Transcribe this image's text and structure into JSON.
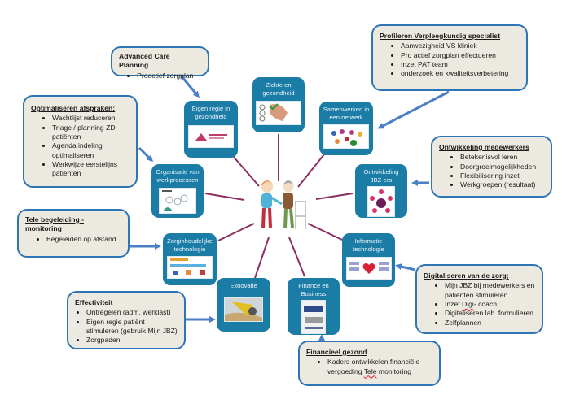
{
  "hub": {
    "center_icon": "elderly-person-with-walker-and-caregiver-illustration",
    "tiles": [
      {
        "id": "eigen-regie",
        "label": "Eigen regie in\ngezondheid",
        "image": "eigen-regie-logo"
      },
      {
        "id": "ziekte",
        "label": "Ziekte en\ngezondheid",
        "image": "checklist-hand"
      },
      {
        "id": "samenwerken",
        "label": "Samenwerken in\neen netwerk",
        "image": "network-people"
      },
      {
        "id": "ontwikkeling-jbz",
        "label": "Ontwikkeling\nJBZ-ers",
        "image": "development-wheel"
      },
      {
        "id": "informatie",
        "label": "Informatie\ntechnologie",
        "image": "it-heart-diagram"
      },
      {
        "id": "finance",
        "label": "Finance en\nBusiness",
        "image": "innovators-prescription-book"
      },
      {
        "id": "exnovatie",
        "label": "Exnovatie",
        "image": "yellow-machine-photo"
      },
      {
        "id": "zorginhoudelijke",
        "label": "Zorginhoudelijke\ntechnologie",
        "image": "care-tech-infographic"
      },
      {
        "id": "organisatie",
        "label": "Organisatie van\nwerkprocessen",
        "image": "process-sketch"
      }
    ]
  },
  "notes": {
    "acp": {
      "title": "Advanced Care Planning",
      "items": [
        "Proactief zorgplan"
      ]
    },
    "optimaliseren": {
      "title": "Optimaliseren afspraken;",
      "items": [
        "Wachtlijst reduceren",
        "Triage / planning ZD patiënten",
        "Agenda indeling optimaliseren",
        "Werkwijze eerstelijns patiënten"
      ]
    },
    "profileren": {
      "title": "Profileren Verpleegkundig specialist",
      "items": [
        "Aanwezigheid VS kliniek",
        "Pro actief zorgplan effectueren",
        "Inzet PAT team",
        "onderzoek en kwaliteitsverbetering"
      ]
    },
    "ontwikkeling": {
      "title": "Ontwikkeling medewerkers",
      "items": [
        "Betekenisvol leren",
        "Doorgroeimogelijkheden",
        "Flexibilisering inzet",
        "Werkgroepen (resultaat)"
      ]
    },
    "tele": {
      "title": "Tele begeleiding - monitoring",
      "items": [
        "Begeleiden op afstand"
      ]
    },
    "digitaliseren": {
      "title": "Digitaliseren van de zorg;",
      "items": [
        "Mijn JBZ bij medewerkers en patiënten stimuleren",
        "Inzet ",
        "Digitaliseren lab. formulieren",
        "Zelfplannen"
      ],
      "item2_underlined": "Digi",
      "item2_rest": "- coach"
    },
    "effectiviteit": {
      "title": "Effectiviteit",
      "items": [
        "Ontregelen (adm. werklast)",
        "Eigen regie patiënt stimuleren (gebruik Mijn JBZ)",
        "Zorgpaden"
      ]
    },
    "financieel": {
      "title": "Financieel gezond",
      "item_prefix": "Kaders ontwikkelen  financiële vergoeding ",
      "item_underlined": "Tele",
      "item_suffix": " monitoring"
    }
  },
  "colors": {
    "tile": "#1B7CA6",
    "note_fill": "#ECEAE0",
    "note_border": "#2E75B6",
    "arrow": "#4A7EC7",
    "spoke": "#8B2E62"
  }
}
